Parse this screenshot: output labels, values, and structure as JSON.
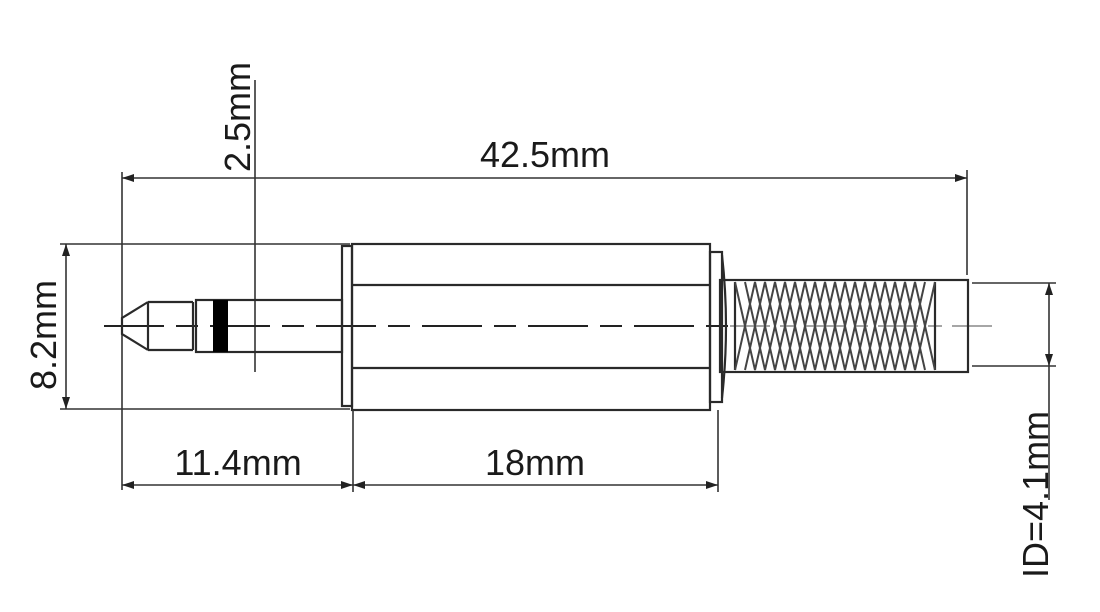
{
  "diagram": {
    "subject": "3.5mm stereo audio jack plug — dimensional drawing",
    "colors": {
      "line": "#2a2a2a",
      "background": "#ffffff",
      "band": "#000000"
    },
    "dimensions": {
      "overall_length": "42.5mm",
      "contact_band_position": "2.5mm",
      "diameter": "8.2mm",
      "tip_length": "11.4mm",
      "body_length": "18mm",
      "cable_inner_diameter": "ID=4.1mm"
    },
    "parts": [
      "tip",
      "ring",
      "insulator-band",
      "sleeve",
      "collar",
      "body",
      "strain-relief-spring",
      "cable-exit"
    ]
  }
}
